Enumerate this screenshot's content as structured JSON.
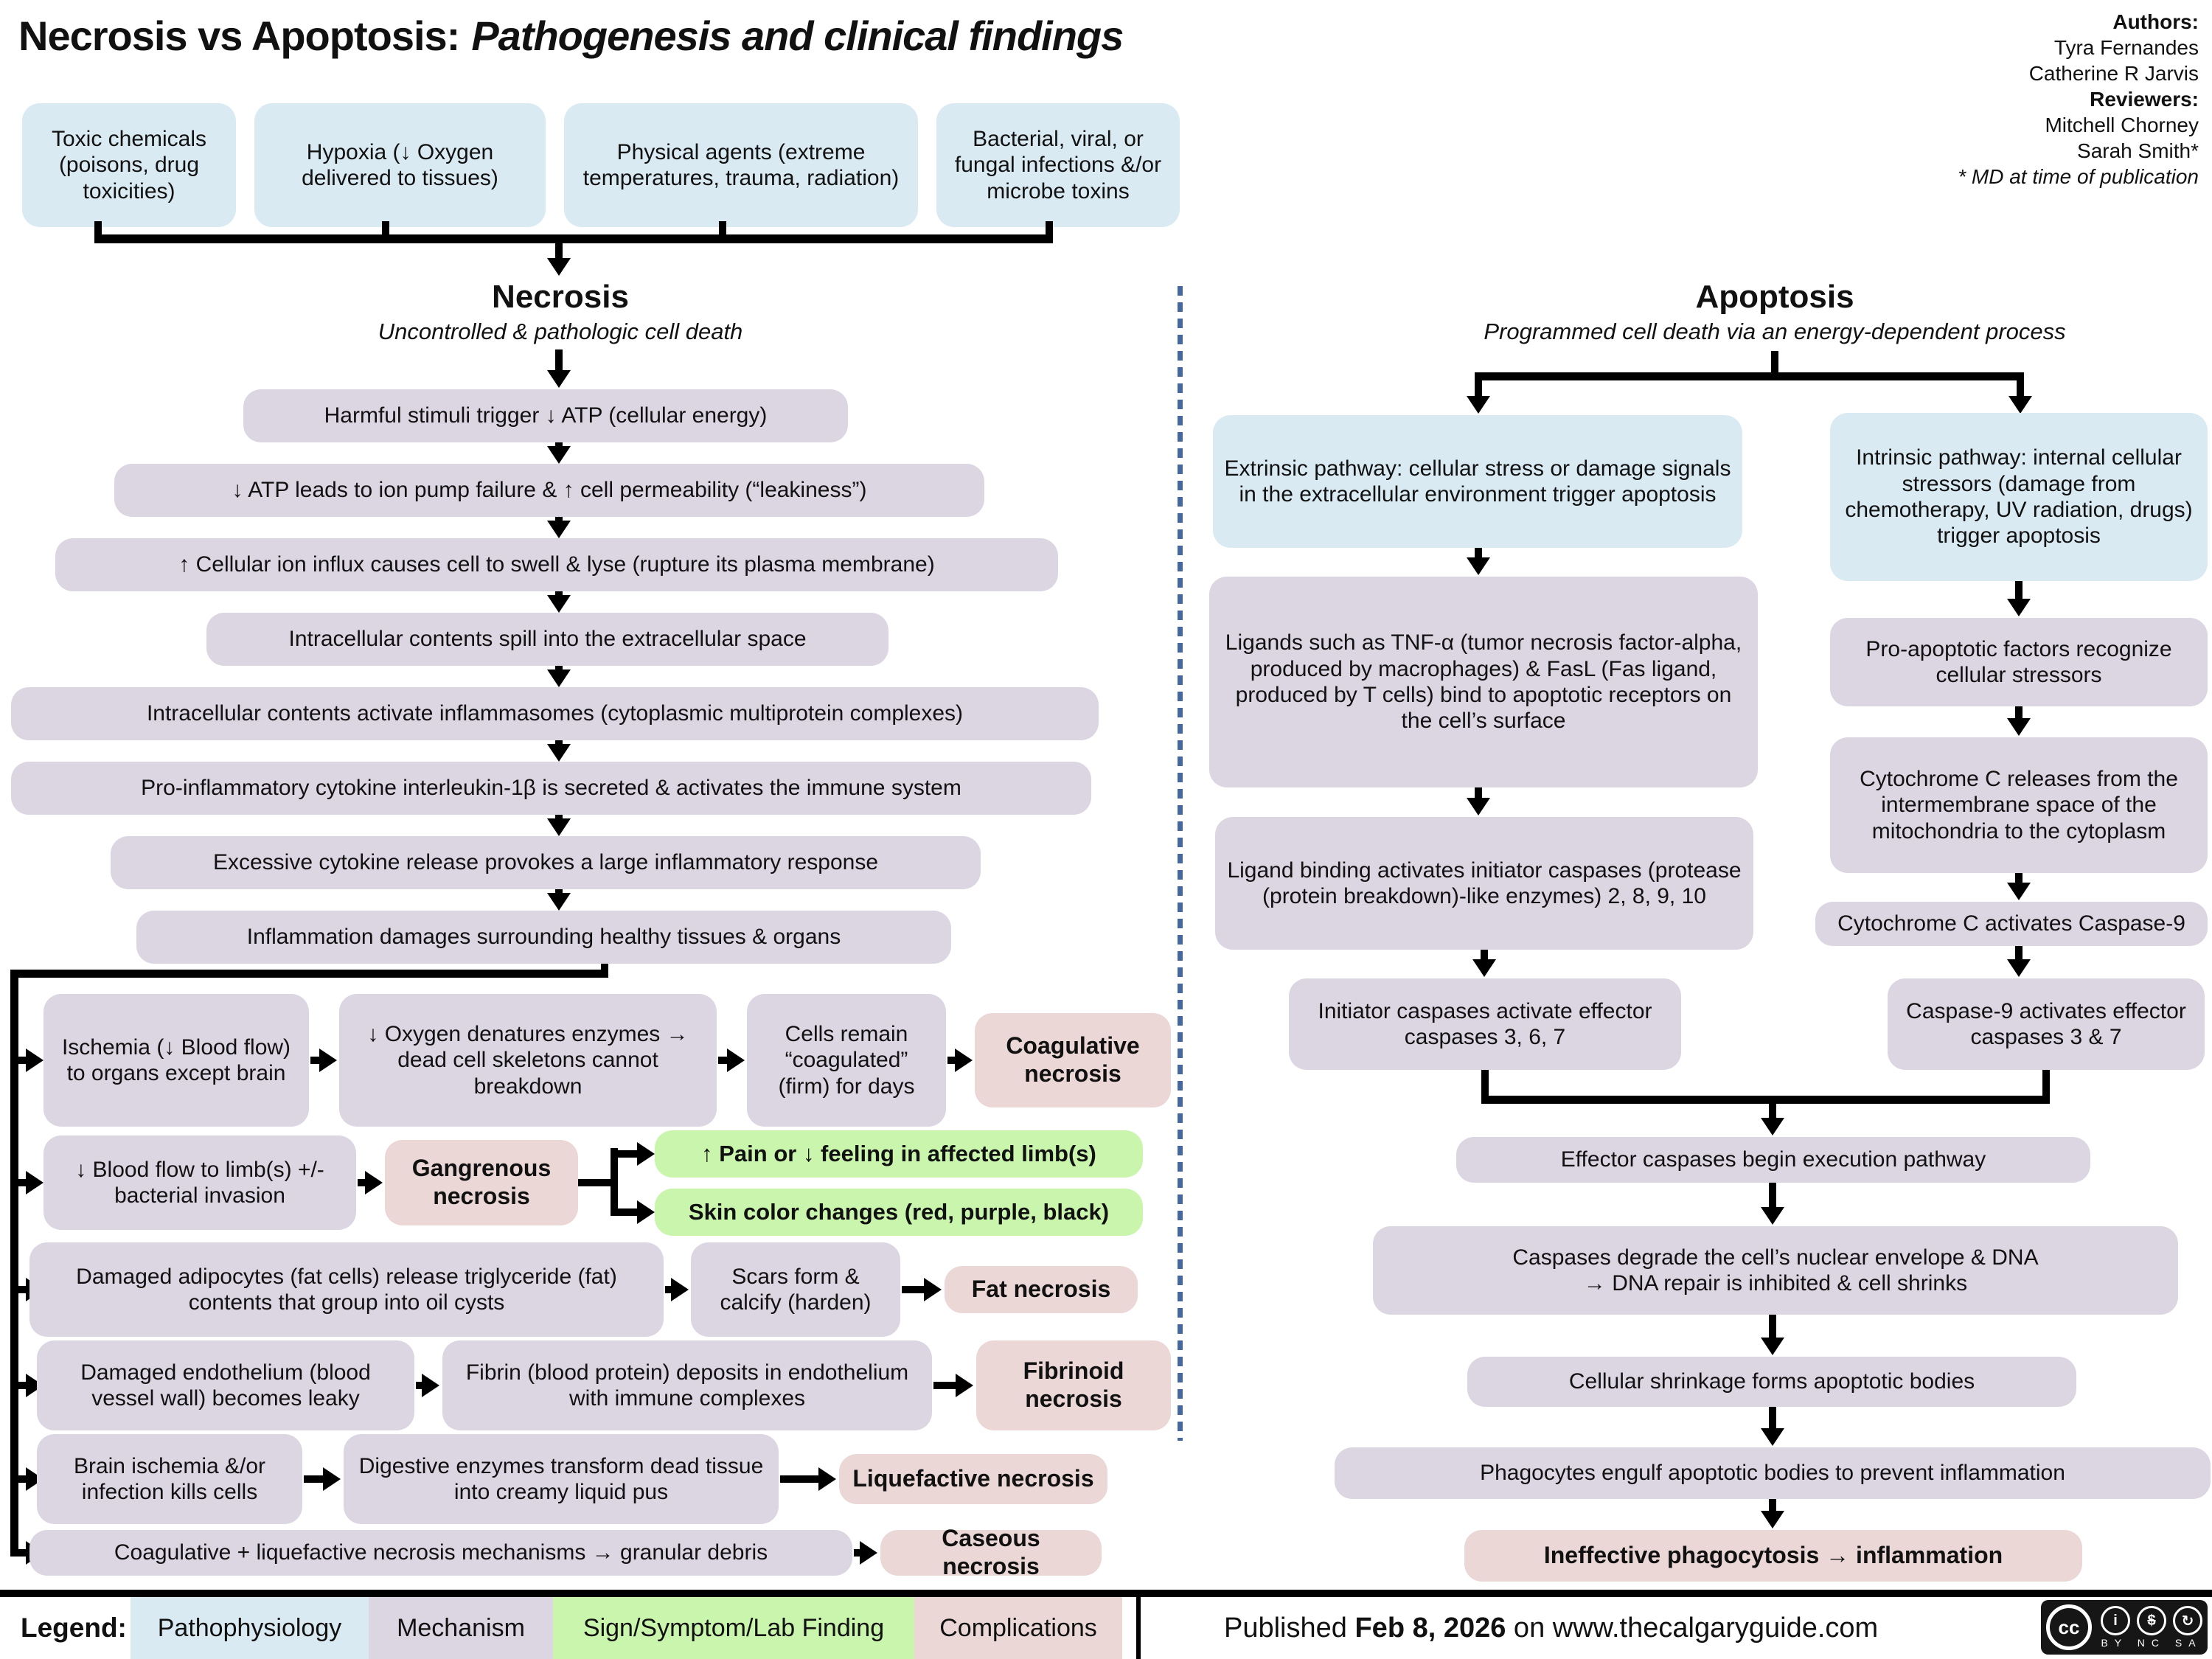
{
  "title": {
    "main": "Necrosis vs Apoptosis:",
    "sub": "Pathogenesis and clinical findings"
  },
  "credits": {
    "authors_label": "Authors:",
    "author1": "Tyra Fernandes",
    "author2": "Catherine R Jarvis",
    "reviewers_label": "Reviewers:",
    "reviewer1": "Mitchell Chorney",
    "reviewer2": "Sarah Smith*",
    "footnote": "* MD at time of publication"
  },
  "causes": {
    "c1": "Toxic chemicals (poisons, drug toxicities)",
    "c2": "Hypoxia (↓ Oxygen delivered to tissues)",
    "c3": "Physical agents (extreme temperatures, trauma, radiation)",
    "c4": "Bacterial, viral, or fungal infections &/or microbe toxins"
  },
  "necrosis": {
    "heading": "Necrosis",
    "subtitle": "Uncontrolled & pathologic cell death",
    "chain1": "Harmful stimuli trigger ↓ ATP (cellular energy)",
    "chain2": "↓ ATP leads to ion pump failure & ↑ cell permeability (“leakiness”)",
    "chain3": "↑ Cellular ion influx causes cell to swell & lyse (rupture its plasma membrane)",
    "chain4": "Intracellular contents spill into the extracellular space",
    "chain5": "Intracellular contents activate inflammasomes (cytoplasmic multiprotein complexes)",
    "chain6": "Pro-inflammatory cytokine interleukin-1β is secreted & activates the immune system",
    "chain7": "Excessive cytokine release provokes a large inflammatory response",
    "chain8": "Inflammation damages surrounding healthy tissues & organs",
    "row1a": "Ischemia (↓ Blood flow) to organs except brain",
    "row1b": "↓ Oxygen denatures enzymes → dead cell skeletons cannot breakdown",
    "row1c": "Cells remain “coagulated” (firm) for days",
    "row1d": "Coagulative necrosis",
    "row2a": "↓ Blood flow to limb(s) +/- bacterial invasion",
    "row2b": "Gangrenous necrosis",
    "row2c": "↑ Pain or ↓ feeling in affected limb(s)",
    "row2d": "Skin color changes (red, purple, black)",
    "row3a": "Damaged adipocytes (fat cells) release triglyceride (fat) contents that group into oil cysts",
    "row3b": "Scars form & calcify (harden)",
    "row3c": "Fat necrosis",
    "row4a": "Damaged endothelium (blood vessel wall) becomes leaky",
    "row4b": "Fibrin (blood protein) deposits in endothelium with immune complexes",
    "row4c": "Fibrinoid necrosis",
    "row5a": "Brain ischemia &/or infection kills cells",
    "row5b": "Digestive enzymes transform dead tissue into creamy liquid pus",
    "row5c": "Liquefactive necrosis",
    "row6a": "Coagulative + liquefactive necrosis mechanisms → granular debris",
    "row6b": "Caseous necrosis"
  },
  "apoptosis": {
    "heading": "Apoptosis",
    "subtitle": "Programmed cell death via an energy-dependent process",
    "extrinsic": "Extrinsic pathway: cellular stress or damage signals in the extracellular environment trigger apoptosis",
    "intrinsic": "Intrinsic pathway: internal cellular stressors (damage from chemotherapy, UV radiation, drugs) trigger apoptosis",
    "ligands": "Ligands such as TNF-α (tumor necrosis factor-alpha, produced by macrophages) & FasL (Fas ligand, produced by T cells) bind to apoptotic receptors on the cell’s surface",
    "ligand_binding": "Ligand binding activates initiator caspases (protease (protein breakdown)-like enzymes) 2, 8, 9, 10",
    "initiator": "Initiator caspases activate effector caspases 3, 6, 7",
    "pro_apoptotic": "Pro-apoptotic factors recognize cellular stressors",
    "cytochrome_release": "Cytochrome C releases from the intermembrane space of the mitochondria to the cytoplasm",
    "cytochrome_activates": "Cytochrome C activates Caspase-9",
    "caspase9": "Caspase-9 activates effector caspases 3 & 7",
    "effector": "Effector caspases begin execution pathway",
    "degrade_l1": "Caspases degrade the cell’s nuclear envelope & DNA",
    "degrade_l2": "→ DNA repair is inhibited & cell shrinks",
    "shrinkage": "Cellular shrinkage forms apoptotic bodies",
    "phagocytes": "Phagocytes engulf apoptotic bodies to prevent inflammation",
    "ineffective": "Ineffective phagocytosis → inflammation"
  },
  "legend": {
    "label": "Legend:",
    "pathophysiology": "Pathophysiology",
    "mechanism": "Mechanism",
    "sign": "Sign/Symptom/Lab Finding",
    "complications": "Complications"
  },
  "footer": {
    "published_prefix": "Published ",
    "published_date": "Feb 8, 2026",
    "published_suffix": " on www.thecalgaryguide.com",
    "cc_logo": "cc",
    "cc_by_icon": "i",
    "cc_nc_icon": "$",
    "cc_sa_icon": "↻",
    "cc_labels": "BY NC SA"
  },
  "colors": {
    "pathophysiology": "#daeaf3",
    "mechanism": "#dcd6e3",
    "sign": "#c9f5ad",
    "complication": "#ead7d6",
    "divider": "#4568a0"
  }
}
